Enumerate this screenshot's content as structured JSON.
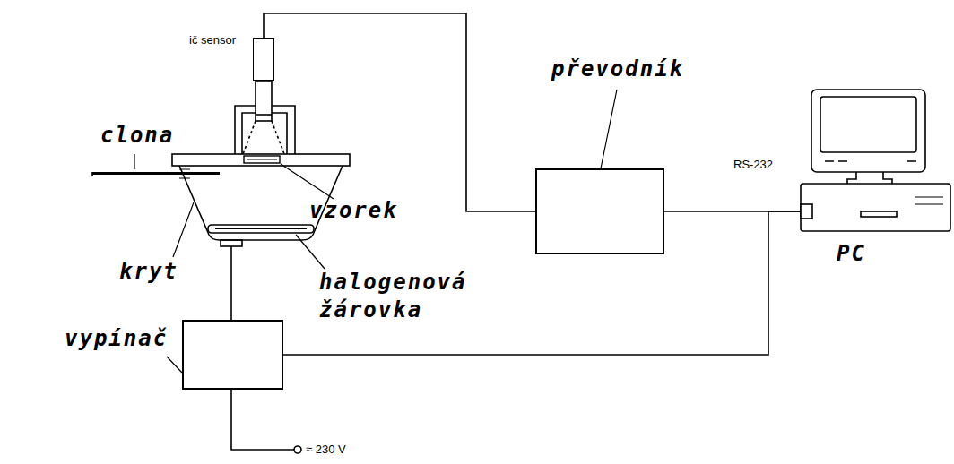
{
  "diagram": {
    "nodes": [
      {
        "text": [
          "ič sensor"
        ]
      },
      {
        "text": [
          "převodník"
        ]
      },
      {
        "text": [
          "PC"
        ]
      },
      {
        "text": [
          "vypínač"
        ]
      }
    ],
    "edges": [
      {
        "from": 0,
        "to": 1,
        "arrow": "none"
      },
      {
        "from": 1,
        "to": 2,
        "arrow": "none"
      },
      {
        "from": 3,
        "to": 2,
        "arrow": "none"
      }
    ],
    "labels": [
      "clona",
      "kryt",
      "vzorek",
      "halogenová žárovka",
      "RS-232",
      "≈ 230 V"
    ]
  }
}
